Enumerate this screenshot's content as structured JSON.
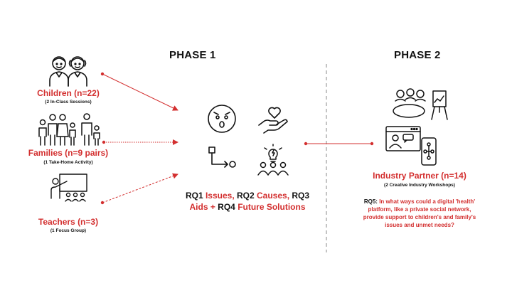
{
  "phase1": {
    "title": "PHASE 1"
  },
  "phase2": {
    "title": "PHASE 2"
  },
  "groups": [
    {
      "label": "Children (n=22)",
      "sub": "(2 In-Class Sessions)"
    },
    {
      "label": "Families (n=9 pairs)",
      "sub": "(1 Take-Home Activity)"
    },
    {
      "label": "Teachers (n=3)",
      "sub": "(1 Focus Group)"
    }
  ],
  "research_questions": {
    "rq1_code": "RQ1 ",
    "rq1_word": "Issues,",
    "rq2_code": " RQ2 ",
    "rq2_word": "Causes,",
    "rq3_code": " RQ3",
    "rq3_word": "Aids +",
    "rq4_code": " RQ4 ",
    "rq4_word": "Future Solutions"
  },
  "industry": {
    "label": "Industry Partner (n=14)",
    "sub": "(2 Creative Industry Workshops)",
    "rq5_code": "RQ5: ",
    "rq5_text": "In what ways could a digital 'health' platform, like a private social network, provide support to children's and family's issues and unmet needs?"
  },
  "colors": {
    "accent": "#d32f2f",
    "ink": "#111111",
    "divider": "#b0b0b0"
  },
  "icons": [
    "children-icon",
    "family-icon",
    "teacher-icon",
    "confused-face-icon",
    "heart-hand-icon",
    "process-flow-icon",
    "idea-team-icon",
    "workshop-meeting-icon",
    "social-platform-icon"
  ]
}
